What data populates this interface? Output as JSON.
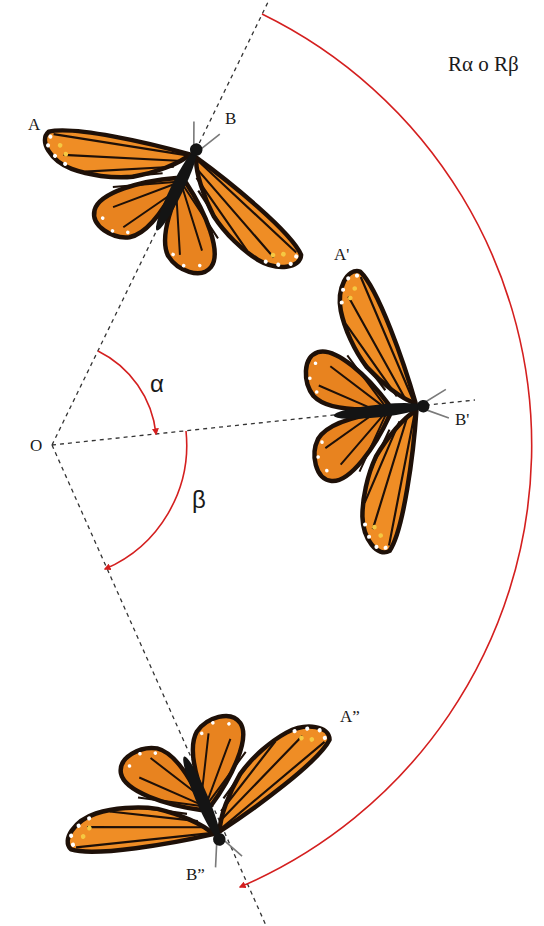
{
  "diagram": {
    "labels": [
      "A",
      "B",
      "A'",
      "B'",
      "A”",
      "B”",
      "O",
      "α",
      "β",
      "Rα o Rβ"
    ]
  }
}
